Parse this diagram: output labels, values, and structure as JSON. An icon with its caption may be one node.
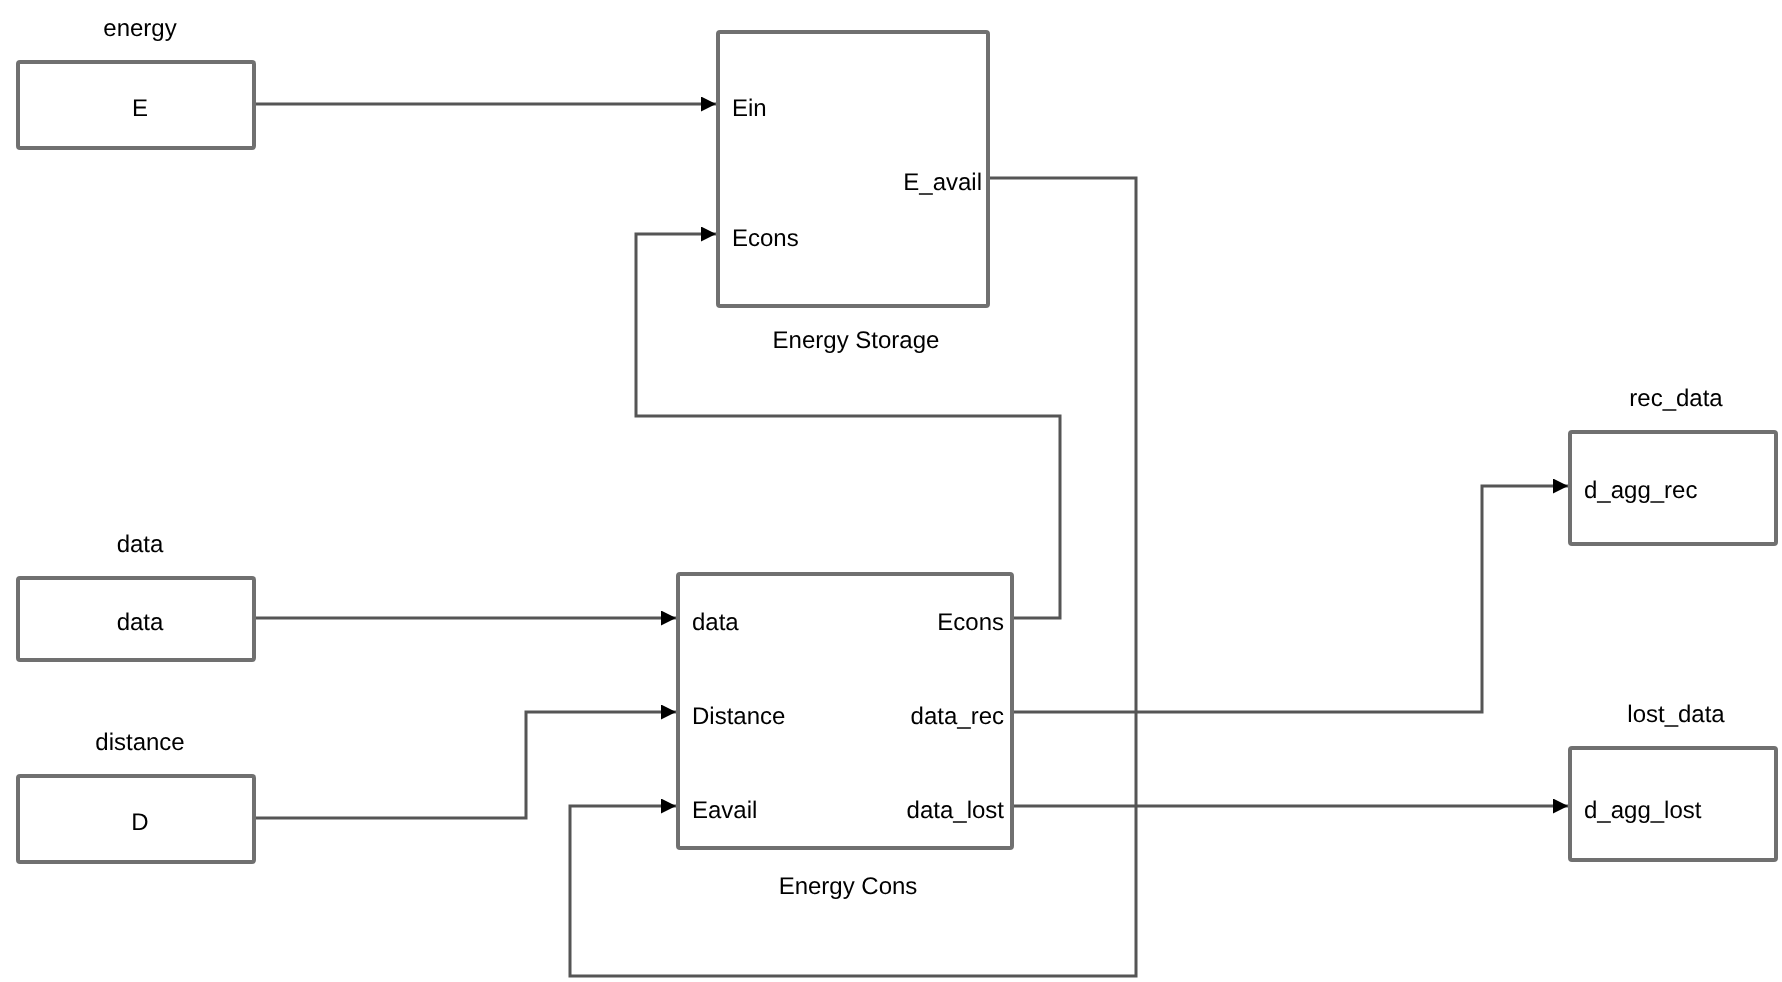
{
  "diagram": {
    "nodes": [
      {
        "text": [
          "energy",
          "E"
        ]
      },
      {
        "text": [
          "Ein",
          "Econs",
          "E_avail"
        ],
        "beside": [
          "Energy Storage"
        ]
      },
      {
        "text": [
          "rec_data",
          "d_agg_rec"
        ]
      },
      {
        "text": [
          "data",
          "data"
        ]
      },
      {
        "text": [
          "data",
          "Distance",
          "Eavail",
          "Econs",
          "data_rec",
          "data_lost"
        ],
        "beside": [
          "Energy Cons"
        ]
      },
      {
        "text": [
          "lost_data",
          "d_agg_lost"
        ]
      },
      {
        "text": [
          "distance",
          "D"
        ]
      }
    ],
    "edges": [
      {
        "from": 0,
        "to": 1,
        "arrow": "to"
      },
      {
        "from": 4,
        "to": 1,
        "arrow": "to"
      },
      {
        "from": 3,
        "to": 4,
        "arrow": "to"
      },
      {
        "from": 6,
        "to": 4,
        "arrow": "to"
      },
      {
        "from": 1,
        "to": 4,
        "arrow": "to"
      },
      {
        "from": 4,
        "to": 2,
        "arrow": "to"
      },
      {
        "from": 4,
        "to": 5,
        "arrow": "to"
      }
    ]
  }
}
